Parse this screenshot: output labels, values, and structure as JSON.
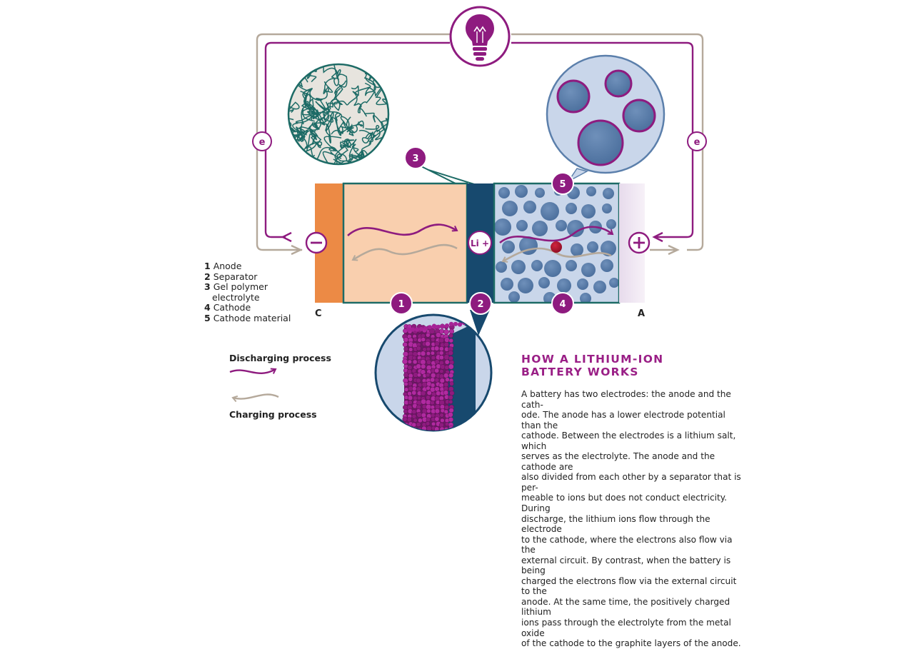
{
  "labels": {
    "electron_left": "e",
    "electron_right": "e",
    "ion": "Li +",
    "minus": "−",
    "plus": "+",
    "terminal_left": "C",
    "terminal_right": "A"
  },
  "markers": [
    "1",
    "2",
    "3",
    "4",
    "5"
  ],
  "key": [
    {
      "num": "1",
      "text": "Anode"
    },
    {
      "num": "2",
      "text": "Separator"
    },
    {
      "num": "3",
      "text": "Gel polymer",
      "text2": "electrolyte"
    },
    {
      "num": "4",
      "text": "Cathode"
    },
    {
      "num": "5",
      "text": "Cathode material"
    }
  ],
  "legend": {
    "discharging": "Discharging process",
    "charging": "Charging process"
  },
  "heading": {
    "line1": "HOW A LITHIUM-ION",
    "line2": "BATTERY WORKS"
  },
  "body": [
    "A battery has two electrodes: the anode and the cath-",
    "ode. The anode has a lower electrode potential than the",
    "cathode. Between the electrodes is a lithium salt, which",
    "serves as the electrolyte. The anode and the cathode are",
    "also divided from each other by a separator that is per-",
    "meable to ions but does not conduct electricity. During",
    "discharge, the lithium ions flow through the electrode",
    "to the cathode, where the electrons also flow via the",
    "external circuit. By contrast, when the battery is being",
    "charged the electrons flow via the external circuit to the",
    "anode. At the same time, the positively charged lithium",
    "ions pass through the electrolyte from the metal oxide",
    "of the cathode to the graphite layers of the anode."
  ],
  "colors": {
    "purple": "#8e1b7f",
    "grey": "#b5a99b",
    "teal": "#1d6b66",
    "orange": "#ec8a45",
    "peach": "#f9cfae",
    "navy": "#17496e",
    "cathode_bg": "#c9d6ea",
    "particle": "#5b7fab",
    "lavender": "#eadfee",
    "heading": "#9a1f86"
  },
  "icons": [
    "light-bulb-icon",
    "minus-icon",
    "plus-icon"
  ]
}
